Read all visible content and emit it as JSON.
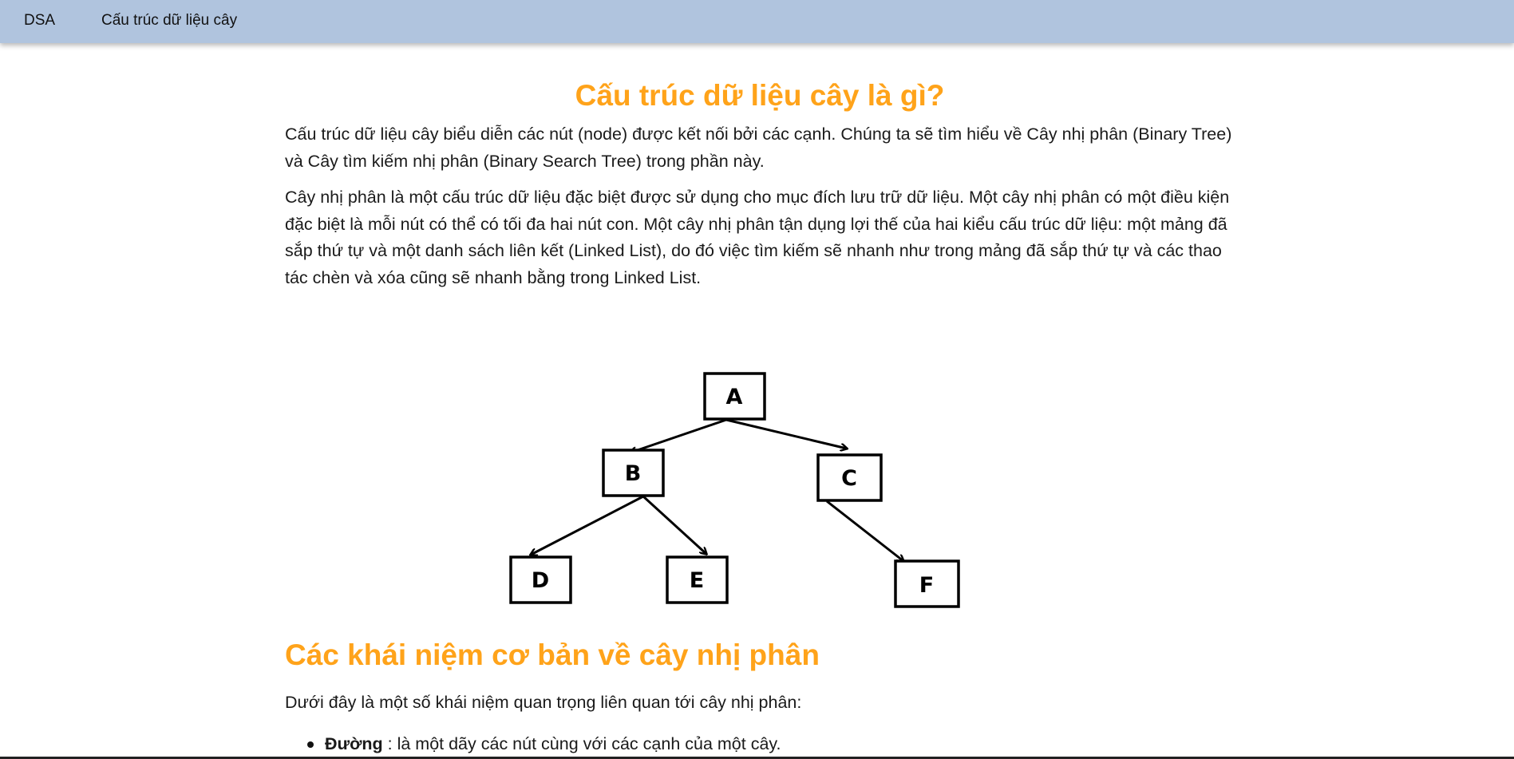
{
  "nav": {
    "brand": "DSA",
    "link": "Cấu trúc dữ liệu cây"
  },
  "main": {
    "title": "Cấu trúc dữ liệu cây là gì?",
    "paragraph1": "Cấu trúc dữ liệu cây biểu diễn các nút (node) được kết nối bởi các cạnh. Chúng ta sẽ tìm hiểu về Cây nhị phân (Binary Tree) và Cây tìm kiếm nhị phân (Binary Search Tree) trong phần này.",
    "paragraph2": "Cây nhị phân là một cấu trúc dữ liệu đặc biệt được sử dụng cho mục đích lưu trữ dữ liệu. Một cây nhị phân có một điều kiện đặc biệt là mỗi nút có thể có tối đa hai nút con. Một cây nhị phân tận dụng lợi thế của hai kiểu cấu trúc dữ liệu: một mảng đã sắp thứ tự và một danh sách liên kết (Linked List), do đó việc tìm kiếm sẽ nhanh như trong mảng đã sắp thứ tự và các thao tác chèn và xóa cũng sẽ nhanh bằng trong Linked List."
  },
  "tree": {
    "nodes": [
      "A",
      "B",
      "C",
      "D",
      "E",
      "F"
    ]
  },
  "section2": {
    "heading": "Các khái niệm cơ bản về cây nhị phân",
    "intro": "Dưới đây là một số khái niệm quan trọng liên quan tới cây nhị phân:",
    "items": [
      {
        "term": "Đường",
        "desc": " : là một dãy các nút cùng với các cạnh của một cây."
      }
    ]
  }
}
